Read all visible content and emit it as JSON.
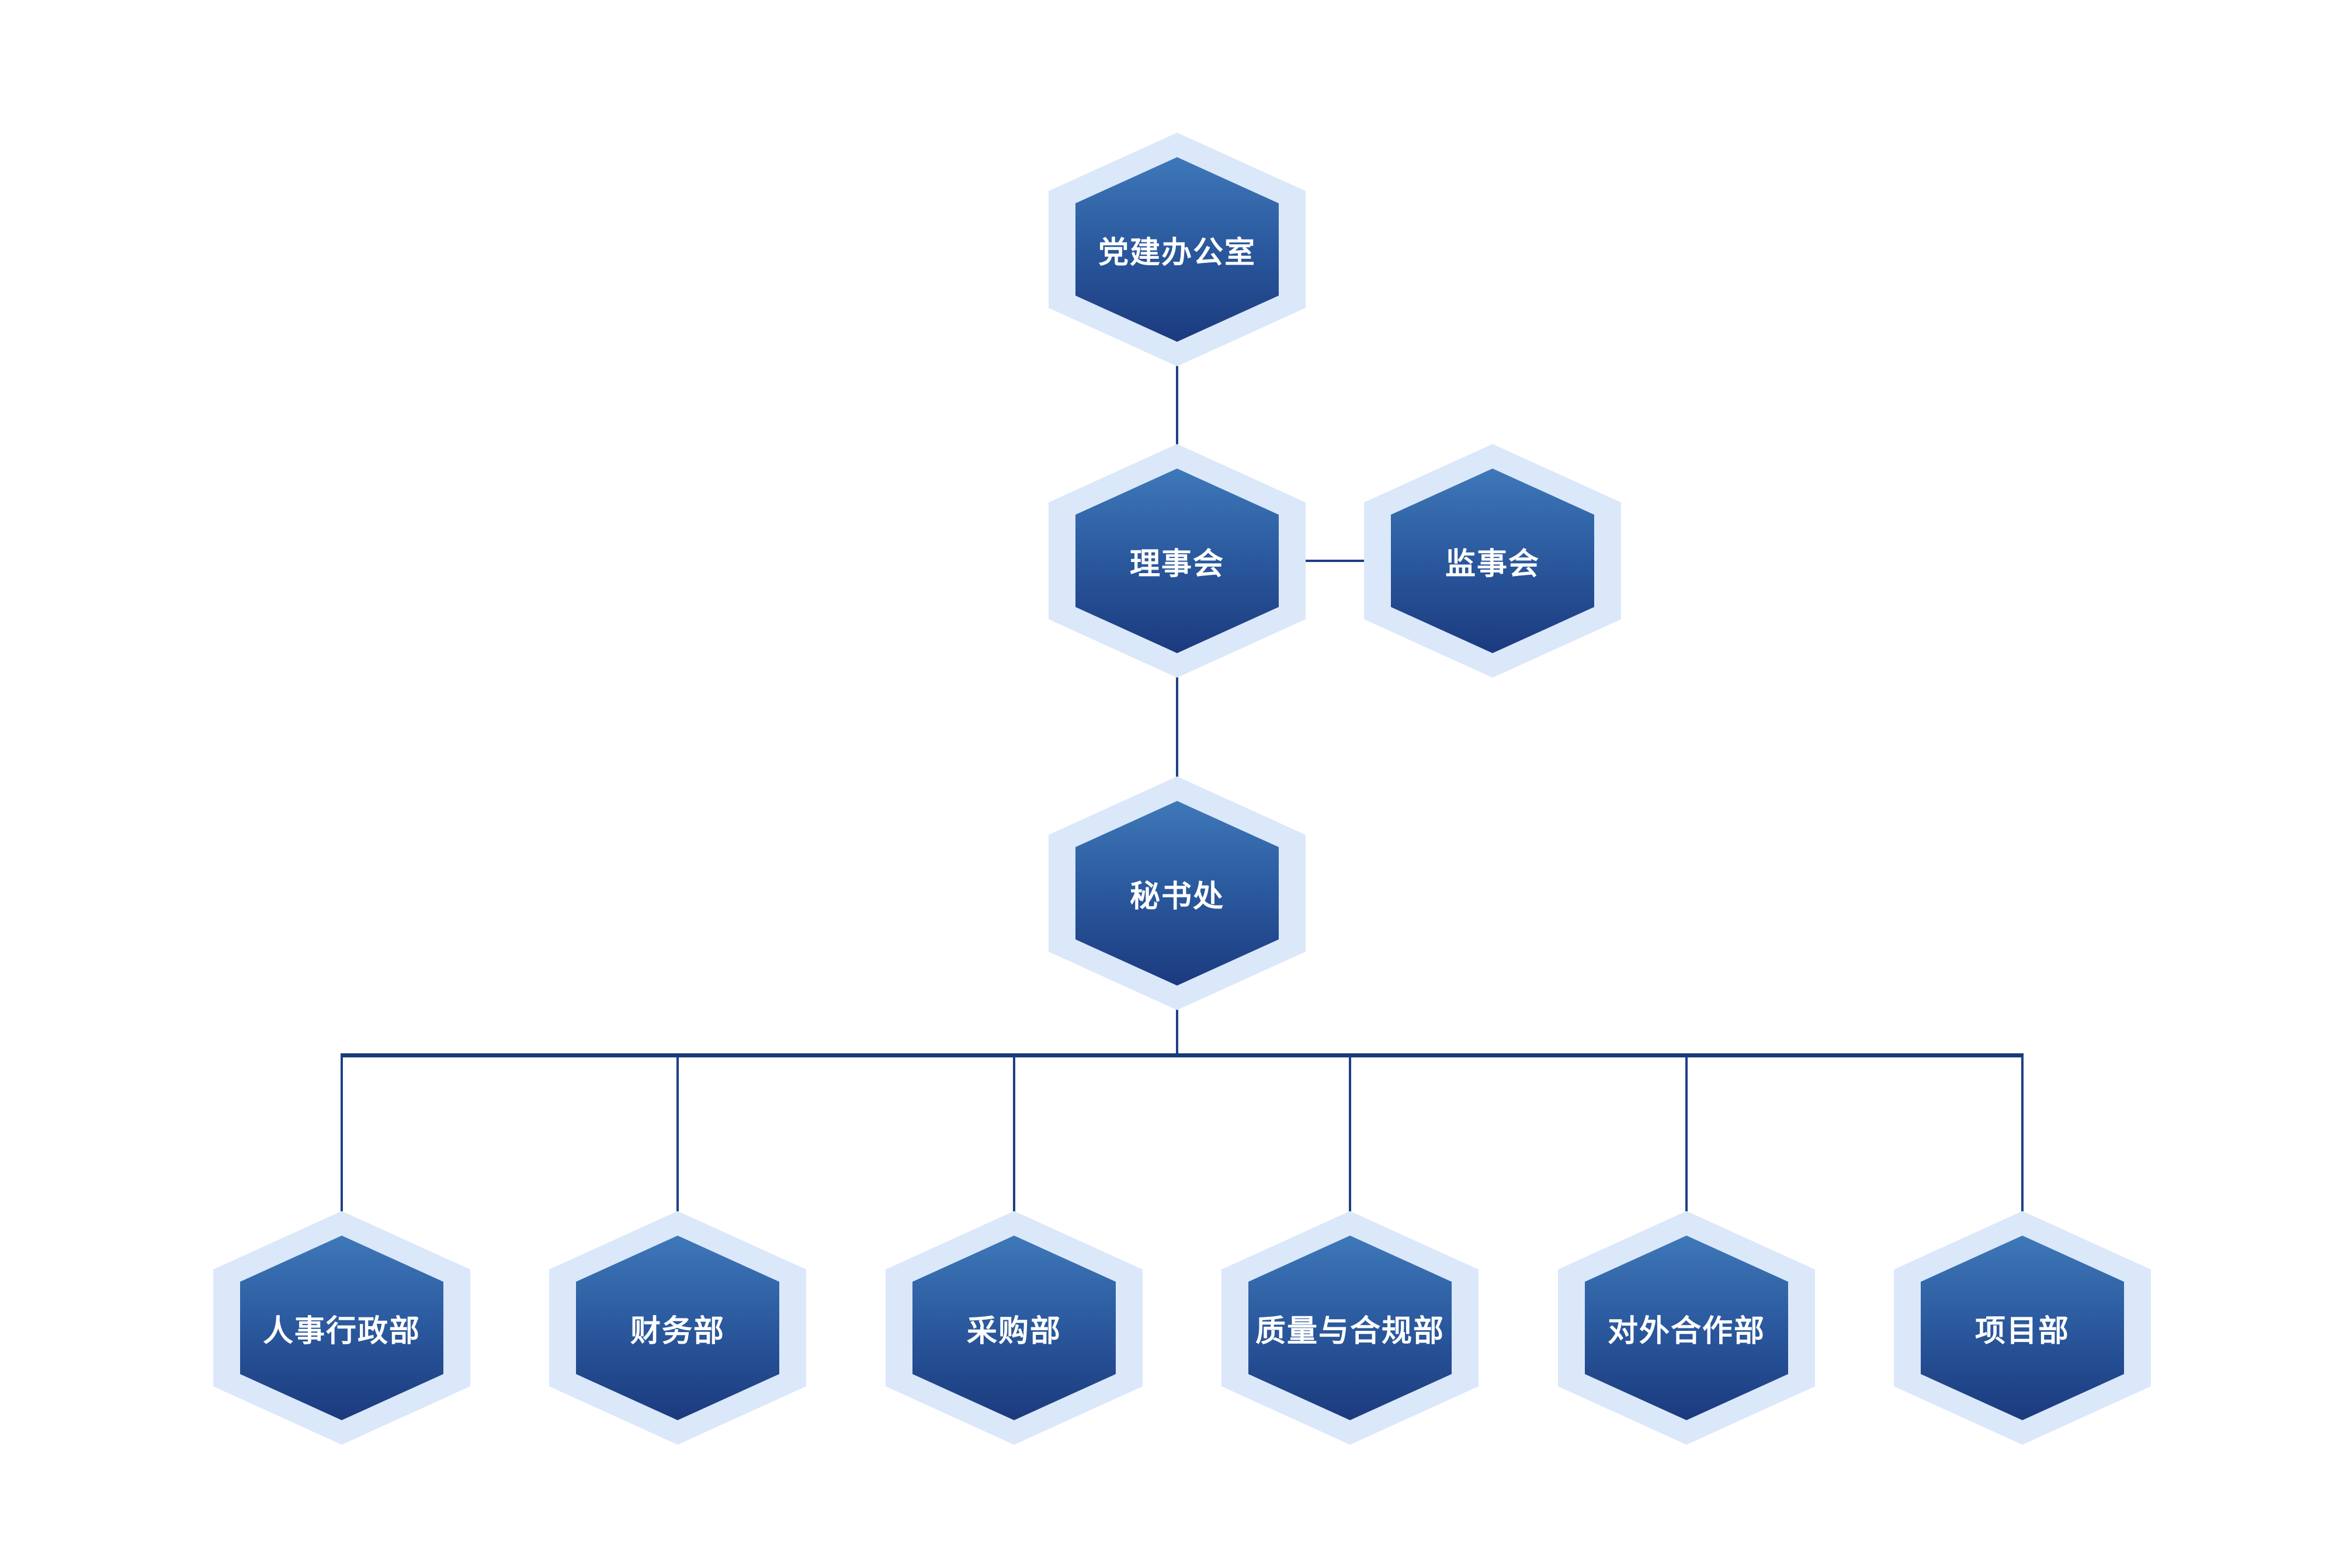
{
  "diagram": {
    "type": "org-chart",
    "background": "#ffffff",
    "colors": {
      "node_gradient_top": "#3e78b9",
      "node_gradient_bottom": "#1b3a7e",
      "node_halo": "#dbe8fa",
      "node_text": "#ffffff",
      "connector_thin": "#1e3f87",
      "connector_thick": "#173a7a"
    },
    "nodes": [
      {
        "id": "party-building-office",
        "label": "党建办公室",
        "level": 1
      },
      {
        "id": "council",
        "label": "理事会",
        "level": 2
      },
      {
        "id": "supervisory-board",
        "label": "监事会",
        "level": 2
      },
      {
        "id": "secretariat",
        "label": "秘书处",
        "level": 3
      },
      {
        "id": "hr-admin-dept",
        "label": "人事行政部",
        "level": 4
      },
      {
        "id": "finance-dept",
        "label": "财务部",
        "level": 4
      },
      {
        "id": "procurement-dept",
        "label": "采购部",
        "level": 4
      },
      {
        "id": "quality-compliance-dept",
        "label": "质量与合规部",
        "level": 4
      },
      {
        "id": "external-cooperation-dept",
        "label": "对外合作部",
        "level": 4
      },
      {
        "id": "project-dept",
        "label": "项目部",
        "level": 4
      }
    ],
    "edges": [
      {
        "from": "party-building-office",
        "to": "council"
      },
      {
        "from": "council",
        "to": "supervisory-board"
      },
      {
        "from": "council",
        "to": "secretariat"
      },
      {
        "from": "secretariat",
        "to": "hr-admin-dept"
      },
      {
        "from": "secretariat",
        "to": "finance-dept"
      },
      {
        "from": "secretariat",
        "to": "procurement-dept"
      },
      {
        "from": "secretariat",
        "to": "quality-compliance-dept"
      },
      {
        "from": "secretariat",
        "to": "external-cooperation-dept"
      },
      {
        "from": "secretariat",
        "to": "project-dept"
      }
    ]
  }
}
